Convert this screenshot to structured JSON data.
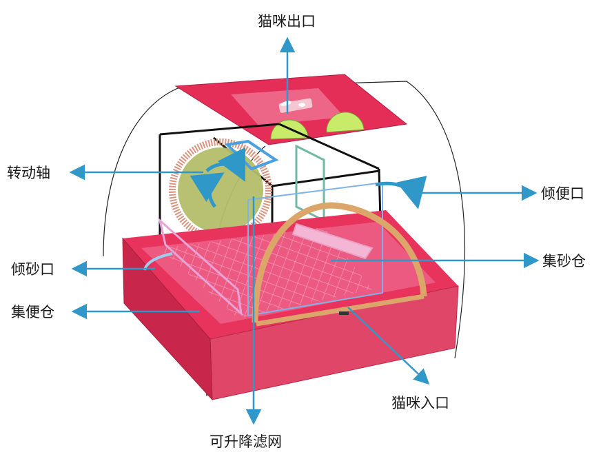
{
  "labels": {
    "cat_exit": "猫咪出口",
    "rotating_shaft": "转动轴",
    "waste_dump_port": "倾便口",
    "sand_dump_port": "倾砂口",
    "sand_bin": "集砂仓",
    "waste_bin": "集便仓",
    "cat_entrance": "猫咪入口",
    "lift_filter": "可升降滤网"
  },
  "colors": {
    "base_red": "#e8345c",
    "base_red_dark": "#c8264a",
    "top_red": "#e42d57",
    "drum_green": "#b4be6a",
    "drum_ring": "#d9937e",
    "arch_wood": "#dca56a",
    "filter_blue": "#7fb2e6",
    "arrow_blue": "#2f98c9",
    "lime_knob": "#c8ec6a",
    "tray_pink": "#f07aa0"
  }
}
